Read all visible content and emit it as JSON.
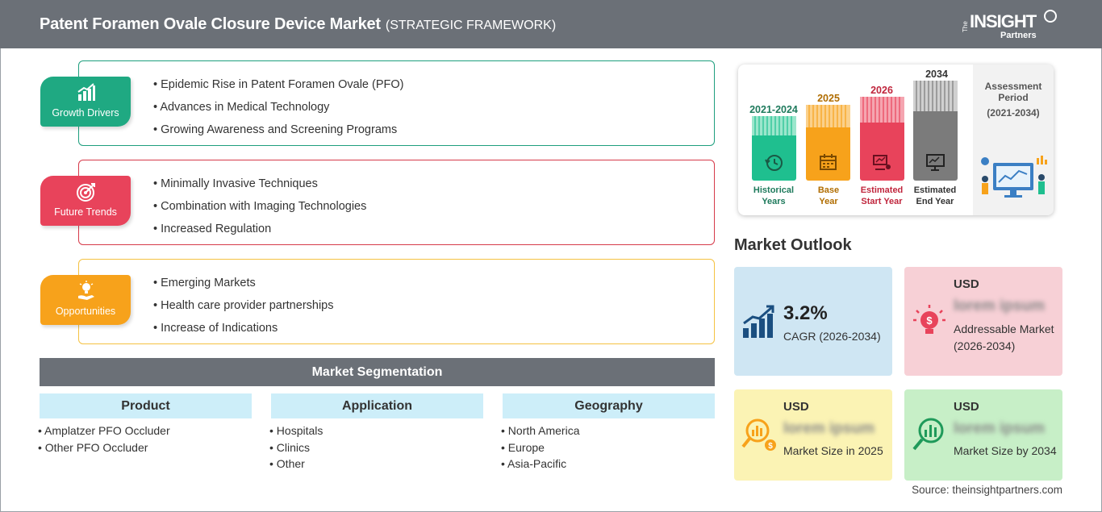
{
  "header": {
    "title": "Patent Foramen Ovale Closure Device Market",
    "subtitle": "(STRATEGIC FRAMEWORK)",
    "logo": {
      "the": "The",
      "insight": "INSIGHT",
      "partners": "Partners"
    }
  },
  "categories": [
    {
      "label": "Growth Drivers",
      "color": "#1e9f7e",
      "border": "#1e9f7e",
      "icon": "bar-chart-growth-icon",
      "items": [
        "Epidemic Rise in Patent Foramen Ovale (PFO)",
        "Advances in Medical Technology",
        "Growing Awareness and Screening Programs"
      ]
    },
    {
      "label": "Future Trends",
      "color": "#e8435b",
      "border": "#d63a4a",
      "icon": "target-icon",
      "items": [
        "Minimally Invasive Techniques",
        "Combination with Imaging Technologies",
        "Increased Regulation"
      ]
    },
    {
      "label": "Opportunities",
      "color": "#f7a21b",
      "border": "#f5c242",
      "icon": "lightbulb-hand-icon",
      "items": [
        "Emerging Markets",
        "Health care provider partnerships",
        "Increase of Indications"
      ]
    }
  ],
  "segmentation": {
    "title": "Market Segmentation",
    "columns": [
      {
        "heading": "Product",
        "items": [
          "Amplatzer PFO Occluder",
          "Other PFO Occluder"
        ]
      },
      {
        "heading": "Application",
        "items": [
          "Hospitals",
          "Clinics",
          "Other"
        ]
      },
      {
        "heading": "Geography",
        "items": [
          "North America",
          "Europe",
          "Asia-Pacific"
        ]
      }
    ]
  },
  "timeline": {
    "columns": [
      {
        "year": "2021-2024",
        "label": [
          "Historical",
          "Years"
        ],
        "color": "#1fbf8f",
        "year_color": "#1e7a5c",
        "icon": "history-icon"
      },
      {
        "year": "2025",
        "label": [
          "Base",
          "Year"
        ],
        "color": "#f7a21b",
        "year_color": "#b06d00",
        "icon": "calendar-icon"
      },
      {
        "year": "2026",
        "label": [
          "Estimated",
          "Start Year"
        ],
        "color": "#e8435b",
        "year_color": "#c0263d",
        "icon": "presentation-chart-icon"
      },
      {
        "year": "2034",
        "label": [
          "Estimated",
          "End Year"
        ],
        "color": "#7b7b7b",
        "year_color": "#333333",
        "icon": "monitor-chart-icon"
      }
    ],
    "assessment": {
      "title": "Assessment Period",
      "period": "(2021-2034)"
    }
  },
  "outlook": {
    "title": "Market Outlook",
    "cards": [
      {
        "kind": "cagr",
        "value": "3.2%",
        "desc": "CAGR (2026-2034)",
        "bg": "#cfe6f3",
        "icon": "growth-chart-icon"
      },
      {
        "kind": "usd",
        "usd": "USD",
        "blurred": "lorem ipsum",
        "desc": "Addressable Market (2026-2034)",
        "bg": "#f7d0d6",
        "icon": "money-lightbulb-icon"
      },
      {
        "kind": "usd",
        "usd": "USD",
        "blurred": "lorem ipsum",
        "desc": "Market Size in 2025",
        "bg": "#fbf3b4",
        "icon": "magnifier-coin-icon"
      },
      {
        "kind": "usd",
        "usd": "USD",
        "blurred": "lorem ipsum",
        "desc": "Market Size by 2034",
        "bg": "#c7efc7",
        "icon": "magnifier-chart-icon"
      }
    ]
  },
  "source": "Source: theinsightpartners.com"
}
